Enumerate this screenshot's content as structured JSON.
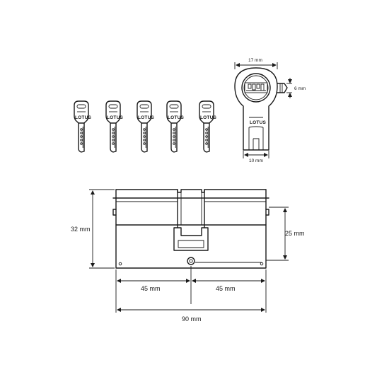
{
  "cylinder_front": {
    "width_label": "17 mm",
    "cam_label": "6 mm",
    "bottom_label": "10 mm",
    "brand": "LOTUS"
  },
  "keys": {
    "count": 5,
    "brand": "LOTUS"
  },
  "cylinder_side": {
    "height_label": "32 mm",
    "cam_height_label": "25 mm",
    "left_length_label": "45 mm",
    "right_length_label": "45 mm",
    "total_length_label": "90 mm"
  },
  "colors": {
    "line": "#1a1a1a",
    "background": "#ffffff"
  }
}
